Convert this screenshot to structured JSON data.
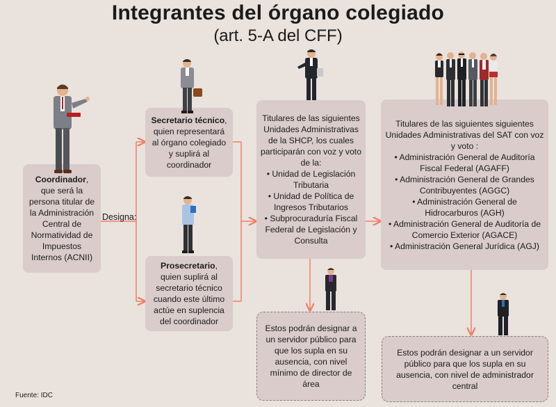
{
  "title": "Integrantes del órgano colegiado",
  "subtitle": "(art. 5-A del CFF)",
  "colors": {
    "background": "#e9e2dd",
    "box": "#d9cccb",
    "arrow": "#ef7e66"
  },
  "coordinador": {
    "role": "Coordinador",
    "text": ", que será la persona titular de la Administración Central de Normatividad de Impuestos Internos (ACNII)"
  },
  "designa_label": "Designa:",
  "secretario": {
    "role": "Secretario técnico",
    "text": ", quien representará al órgano colegiado y suplirá al coordinador"
  },
  "prosecretario": {
    "role": "Prosecretario",
    "text": ", quien suplirá al secretario técnico cuando este último actúe en suplencia del coordinador"
  },
  "shcp": {
    "intro": "Titulares de las siguientes Unidades Administrativas de la SHCP, los cuales participarán con voz y voto de la:",
    "items": [
      "Unidad de Legislación Tributaria",
      "Unidad de Política de Ingresos Tributarios",
      "Subprocuraduría Fiscal Federal de Legislación y Consulta"
    ],
    "note": "Estos podrán designar a un servidor público para que los supla en su ausencia, con nivel mínimo de director de área"
  },
  "sat": {
    "intro": "Titulares de las siguientes siguientes Unidades Administrativas del SAT con voz y voto :",
    "items": [
      "Administración General de Auditoría Fiscal Federal (AGAFF)",
      "Administración General de Grandes Contribuyentes (AGGC)",
      "Administración General de Hidrocarburos (AGH)",
      "Administración General de Auditoría de Comercio Exterior (AGACE)",
      "Administración General Jurídica (AGJ)"
    ],
    "note": "Estos podrán designar a un servidor público para que los supla en su ausencia, con nivel de administrador central"
  },
  "fuente": "Fuente: IDC",
  "icons": [
    "coordinator-person-icon",
    "secretary-person-icon",
    "prosecretary-person-icon",
    "shcp-person-icon",
    "sat-group-icon",
    "shcp-substitute-person-icon",
    "sat-substitute-person-icon"
  ]
}
